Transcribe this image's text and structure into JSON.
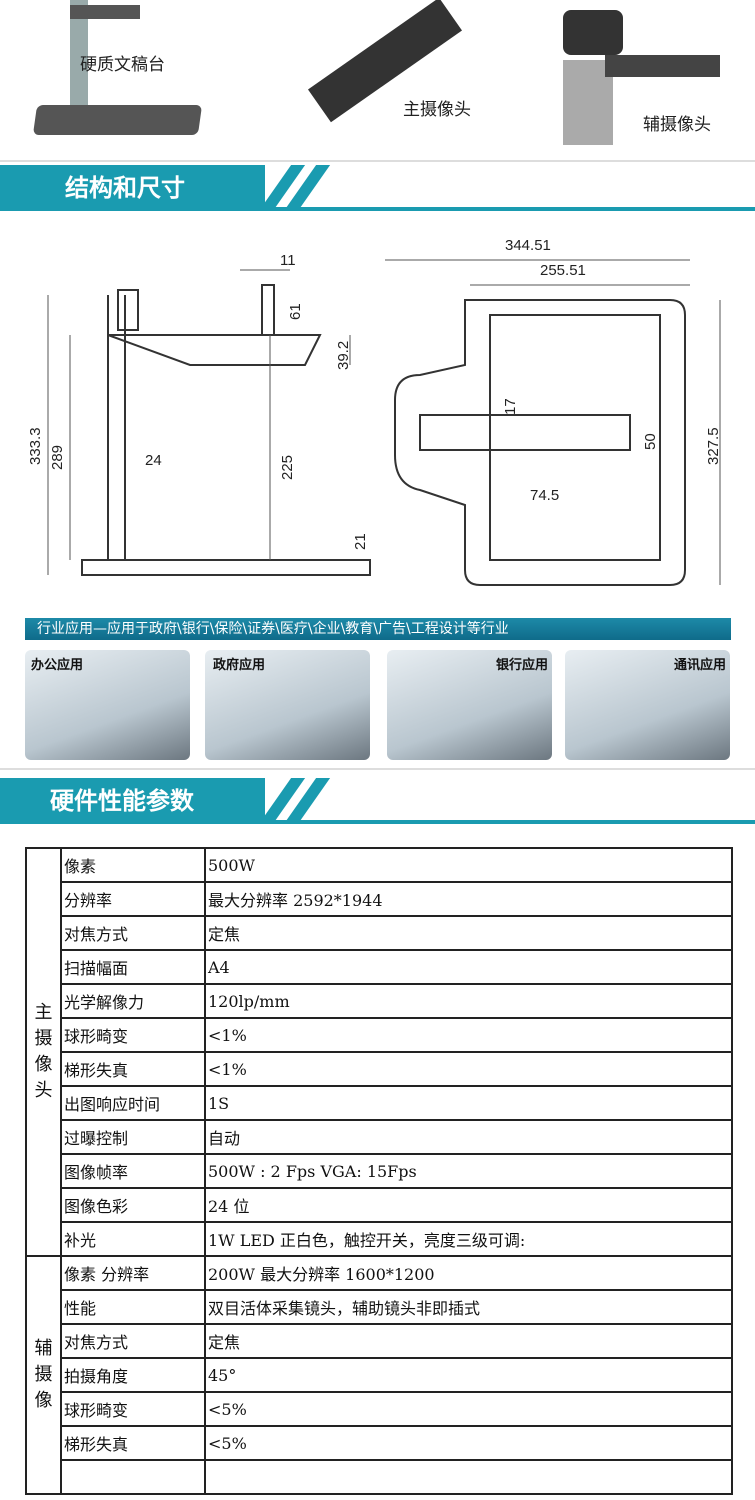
{
  "products": [
    {
      "label": "硬质文稿台"
    },
    {
      "label": "主摄像头"
    },
    {
      "label": "辅摄像头"
    }
  ],
  "section1": {
    "title": "结构和尺寸"
  },
  "dimensions": {
    "d11": "11",
    "d61": "61",
    "d39_2": "39.2",
    "d333_3": "333.3",
    "d289": "289",
    "d24": "24",
    "d225": "225",
    "d21": "21",
    "d344_51": "344.51",
    "d255_51": "255.51",
    "d17": "17",
    "d50": "50",
    "d74_5": "74.5",
    "d327_5": "327.5"
  },
  "industry": {
    "title": "行业应用—应用于政府\\银行\\保险\\证券\\医疗\\企业\\教育\\广告\\工程设计等行业",
    "photos": [
      "办公应用",
      "政府应用",
      "银行应用",
      "通讯应用"
    ]
  },
  "section2": {
    "title": "硬件性能参数"
  },
  "table": {
    "main_group": "主摄像头",
    "main_rows": [
      [
        "像素",
        "500W"
      ],
      [
        "分辨率",
        "最大分辨率 2592*1944"
      ],
      [
        "对焦方式",
        "定焦"
      ],
      [
        "扫描幅面",
        "A4"
      ],
      [
        "光学解像力",
        "120lp/mm"
      ],
      [
        "球形畸变",
        "<1%"
      ],
      [
        "梯形失真",
        "<1%"
      ],
      [
        "出图响应时间",
        "1S"
      ],
      [
        "过曝控制",
        "自动"
      ],
      [
        "图像帧率",
        "500W : 2 Fps  VGA: 15Fps"
      ],
      [
        "图像色彩",
        "24 位"
      ],
      [
        "补光",
        "1W  LED 正白色，触控开关，亮度三级可调:"
      ]
    ],
    "aux_group": "辅摄像",
    "aux_rows": [
      [
        "像素  分辨率",
        "200W 最大分辨率 1600*1200"
      ],
      [
        "性能",
        "双目活体采集镜头，辅助镜头非即插式"
      ],
      [
        "对焦方式",
        "定焦"
      ],
      [
        "拍摄角度",
        "45°"
      ],
      [
        "球形畸变",
        "<5%"
      ],
      [
        "梯形失真",
        "<5%"
      ],
      [
        "",
        ""
      ]
    ]
  },
  "colors": {
    "accent": "#1a9bb0"
  }
}
